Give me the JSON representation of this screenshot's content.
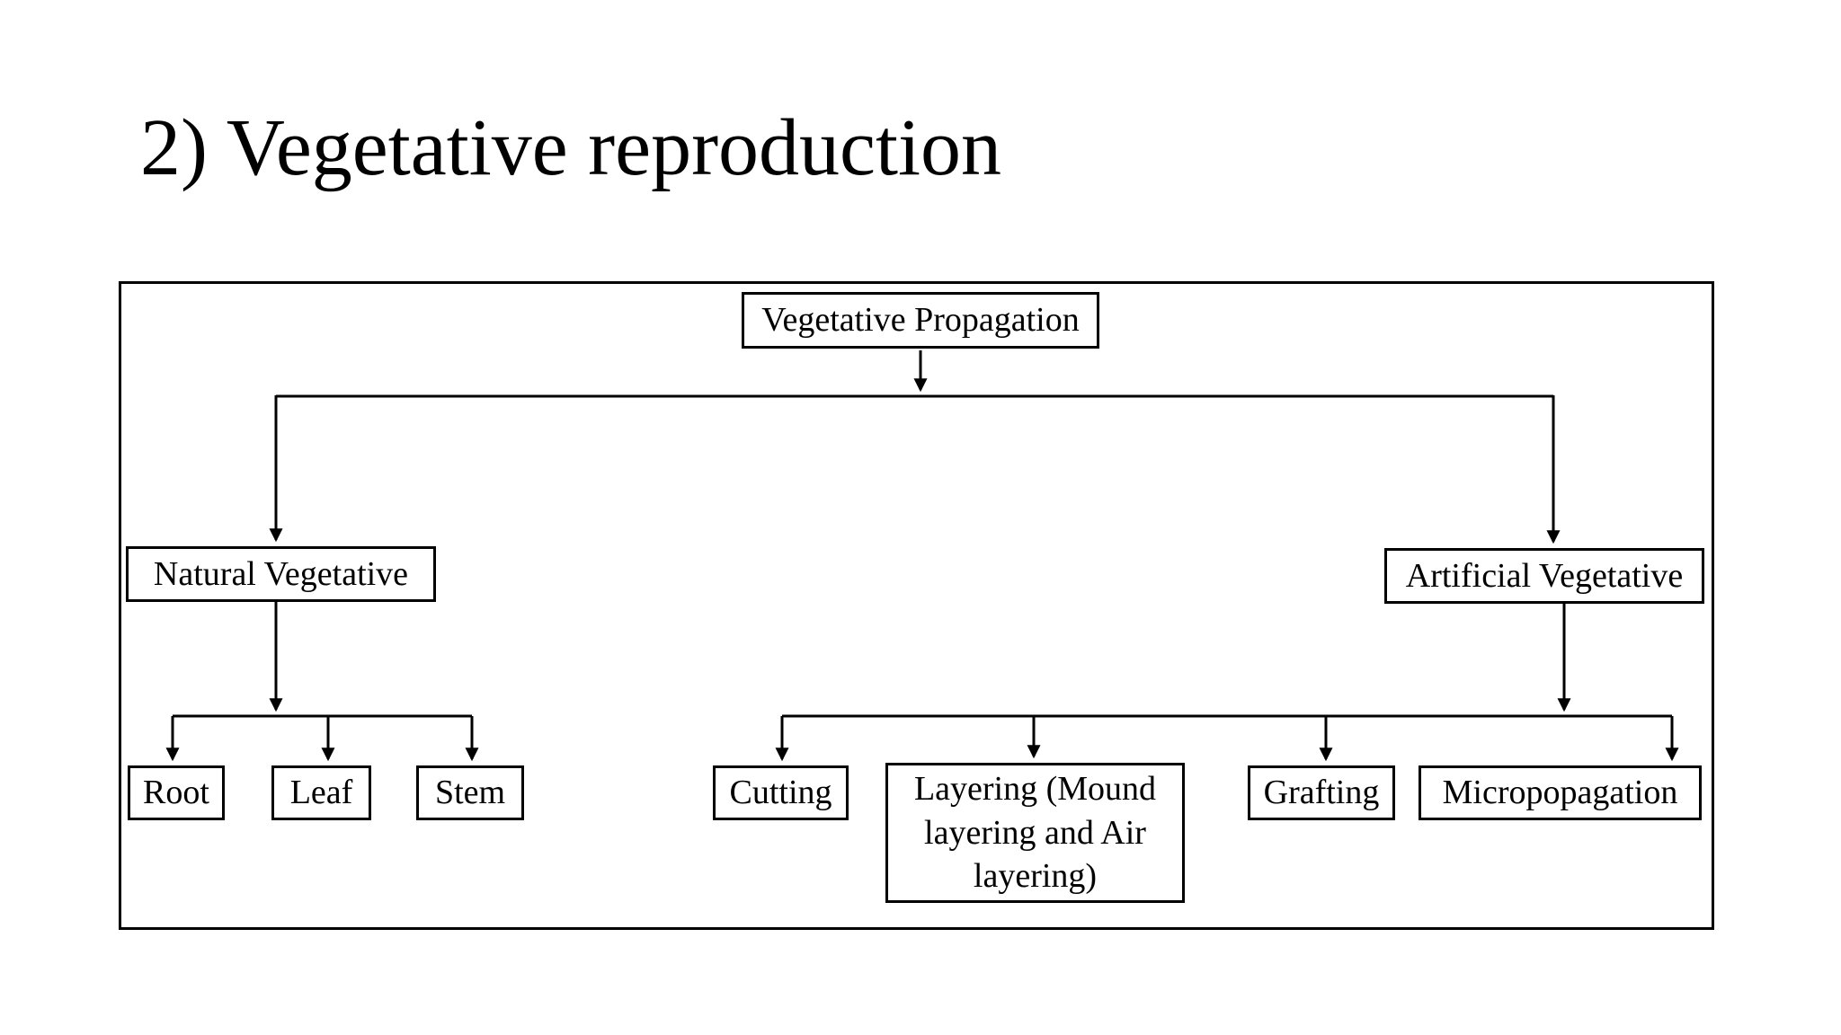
{
  "page": {
    "title": "2) Vegetative reproduction"
  },
  "diagram": {
    "root_label": "Vegetative Propagation",
    "natural": {
      "label": "Natural Vegetative",
      "children": [
        "Root",
        "Leaf",
        "Stem"
      ]
    },
    "artificial": {
      "label": "Artificial Vegetative",
      "children": [
        "Cutting",
        "Layering (Mound layering and Air layering)",
        "Grafting",
        "Micropopagation"
      ]
    },
    "colors": {
      "line": "#000000",
      "box_border": "#000000",
      "text": "#000000",
      "background": "#ffffff"
    }
  }
}
